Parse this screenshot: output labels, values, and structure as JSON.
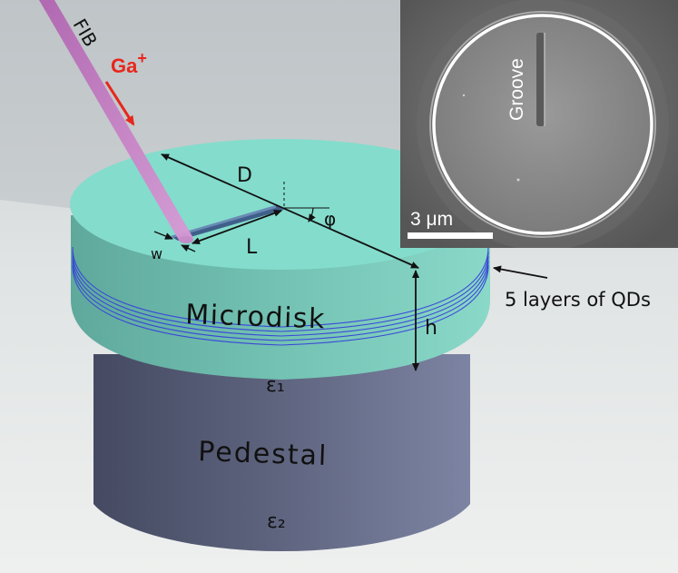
{
  "labels": {
    "fib": "FIB",
    "ion": "Ga",
    "ion_charge": "+",
    "diameter": "D",
    "angle": "φ",
    "length": "L",
    "width": "w",
    "height": "h",
    "microdisk": "Microdisk",
    "eps1": "ε₁",
    "pedestal": "Pedestal",
    "eps2": "ε₂",
    "qd_layers": "5 layers of QDs"
  },
  "inset": {
    "groove_label": "Groove",
    "scale_label": "3 μm"
  },
  "colors": {
    "disk_top": "#84dccc",
    "disk_side": "#6fbeb0",
    "pedestal": "#5f6480",
    "qd_lines": "#3a48d8",
    "fib_beam": "#c979c6",
    "ion_red": "#e8261c"
  }
}
